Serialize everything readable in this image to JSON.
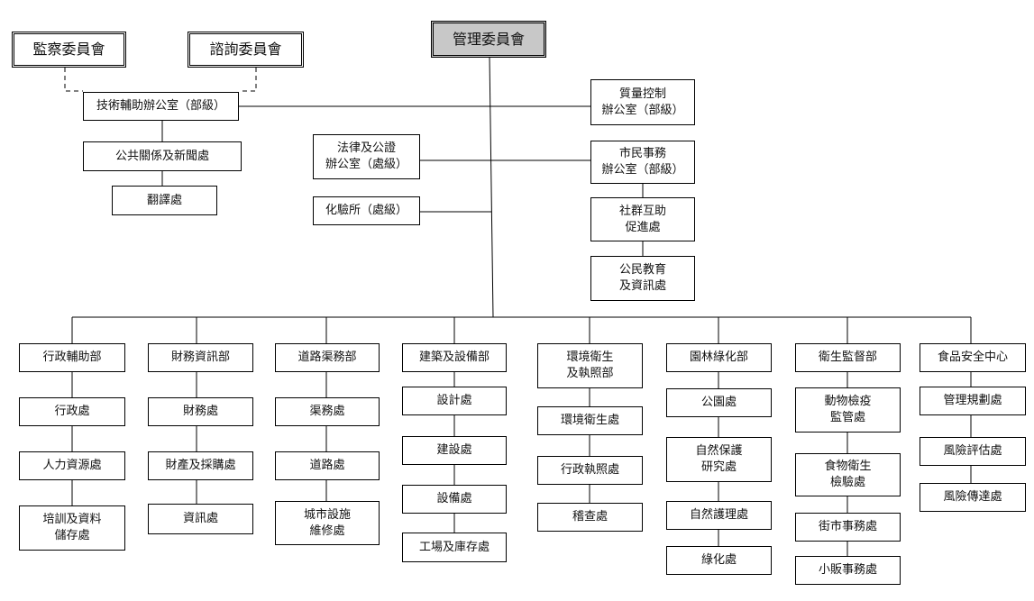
{
  "top": {
    "management_committee": "管理委員會",
    "supervisory_committee": "監察委員會",
    "consultative_committee": "諮詢委員會"
  },
  "left_offices": {
    "technical_support": "技術輔助辦公室（部級）",
    "public_relations": "公共關係及新聞處",
    "translation": "翻譯處"
  },
  "right_offices": {
    "quality_control": "質量控制\n辦公室（部級）",
    "civic_affairs": "市民事務\n辦公室（部級）",
    "community_support": "社群互助\n促進處",
    "civic_education": "公民教育\n及資訊處"
  },
  "center_offices": {
    "legal_notary": "法律及公證\n辦公室（處級）",
    "laboratory": "化驗所（處級）"
  },
  "departments": [
    {
      "name": "行政輔助部",
      "units": [
        "行政處",
        "人力資源處",
        "培訓及資料\n儲存處"
      ]
    },
    {
      "name": "財務資訊部",
      "units": [
        "財務處",
        "財產及採購處",
        "資訊處"
      ]
    },
    {
      "name": "道路渠務部",
      "units": [
        "渠務處",
        "道路處",
        "城市設施\n維修處"
      ]
    },
    {
      "name": "建築及設備部",
      "units": [
        "設計處",
        "建設處",
        "設備處",
        "工場及庫存處"
      ]
    },
    {
      "name": "環境衛生\n及執照部",
      "units": [
        "環境衛生處",
        "行政執照處",
        "稽查處"
      ]
    },
    {
      "name": "園林綠化部",
      "units": [
        "公園處",
        "自然保護\n研究處",
        "自然護理處",
        "綠化處"
      ]
    },
    {
      "name": "衛生監督部",
      "units": [
        "動物檢疫\n監管處",
        "食物衛生\n檢驗處",
        "街市事務處",
        "小販事務處"
      ]
    },
    {
      "name": "食品安全中心",
      "units": [
        "管理規劃處",
        "風險評估處",
        "風險傳達處"
      ]
    }
  ]
}
